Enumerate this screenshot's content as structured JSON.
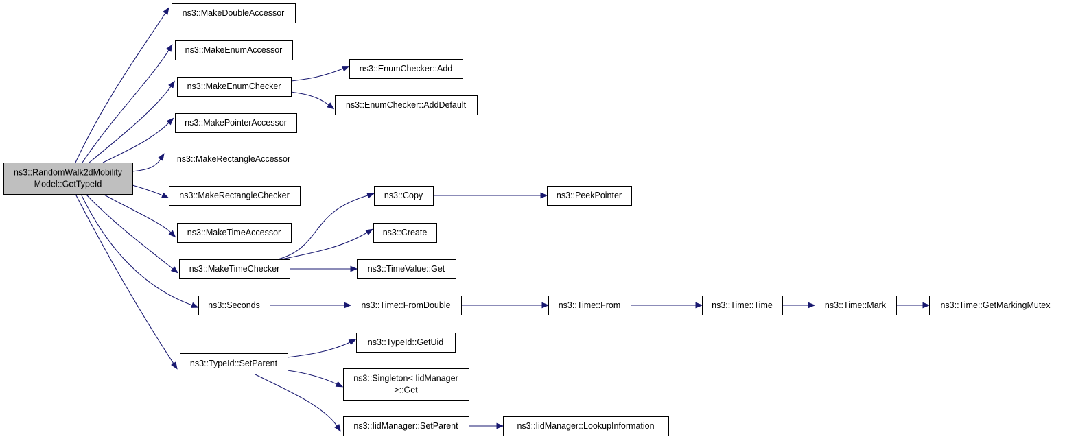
{
  "graph": {
    "colors": {
      "edge": "#191970",
      "root_fill": "#bfbfbf",
      "node_fill": "#ffffff",
      "border": "#000000"
    },
    "nodes": [
      {
        "id": "root",
        "lines": [
          "ns3::RandomWalk2dMobility",
          "Model::GetTypeId"
        ]
      },
      {
        "id": "mda",
        "lines": [
          "ns3::MakeDoubleAccessor"
        ]
      },
      {
        "id": "mea",
        "lines": [
          "ns3::MakeEnumAccessor"
        ]
      },
      {
        "id": "mec",
        "lines": [
          "ns3::MakeEnumChecker"
        ]
      },
      {
        "id": "mpa",
        "lines": [
          "ns3::MakePointerAccessor"
        ]
      },
      {
        "id": "mra",
        "lines": [
          "ns3::MakeRectangleAccessor"
        ]
      },
      {
        "id": "mrc",
        "lines": [
          "ns3::MakeRectangleChecker"
        ]
      },
      {
        "id": "mta",
        "lines": [
          "ns3::MakeTimeAccessor"
        ]
      },
      {
        "id": "mtc",
        "lines": [
          "ns3::MakeTimeChecker"
        ]
      },
      {
        "id": "sec",
        "lines": [
          "ns3::Seconds"
        ]
      },
      {
        "id": "tsp",
        "lines": [
          "ns3::TypeId::SetParent"
        ]
      },
      {
        "id": "eca",
        "lines": [
          "ns3::EnumChecker::Add"
        ]
      },
      {
        "id": "ecad",
        "lines": [
          "ns3::EnumChecker::AddDefault"
        ]
      },
      {
        "id": "copy",
        "lines": [
          "ns3::Copy"
        ]
      },
      {
        "id": "peek",
        "lines": [
          "ns3::PeekPointer"
        ]
      },
      {
        "id": "create",
        "lines": [
          "ns3::Create"
        ]
      },
      {
        "id": "tvget",
        "lines": [
          "ns3::TimeValue::Get"
        ]
      },
      {
        "id": "tfd",
        "lines": [
          "ns3::Time::FromDouble"
        ]
      },
      {
        "id": "tfrom",
        "lines": [
          "ns3::Time::From"
        ]
      },
      {
        "id": "ttime",
        "lines": [
          "ns3::Time::Time"
        ]
      },
      {
        "id": "tmark",
        "lines": [
          "ns3::Time::Mark"
        ]
      },
      {
        "id": "tgmm",
        "lines": [
          "ns3::Time::GetMarkingMutex"
        ]
      },
      {
        "id": "guid",
        "lines": [
          "ns3::TypeId::GetUid"
        ]
      },
      {
        "id": "sget",
        "lines": [
          "ns3::Singleton< IidManager",
          ">::Get"
        ]
      },
      {
        "id": "iisp",
        "lines": [
          "ns3::IidManager::SetParent"
        ]
      },
      {
        "id": "lookup",
        "lines": [
          "ns3::IidManager::LookupInformation"
        ]
      }
    ],
    "edges": [
      [
        "root",
        "mda"
      ],
      [
        "root",
        "mea"
      ],
      [
        "root",
        "mec"
      ],
      [
        "root",
        "mpa"
      ],
      [
        "root",
        "mra"
      ],
      [
        "root",
        "mrc"
      ],
      [
        "root",
        "mta"
      ],
      [
        "root",
        "mtc"
      ],
      [
        "root",
        "sec"
      ],
      [
        "root",
        "tsp"
      ],
      [
        "mec",
        "eca"
      ],
      [
        "mec",
        "ecad"
      ],
      [
        "mtc",
        "copy"
      ],
      [
        "mtc",
        "create"
      ],
      [
        "mtc",
        "tvget"
      ],
      [
        "copy",
        "peek"
      ],
      [
        "sec",
        "tfd"
      ],
      [
        "tfd",
        "tfrom"
      ],
      [
        "tfrom",
        "ttime"
      ],
      [
        "ttime",
        "tmark"
      ],
      [
        "tmark",
        "tgmm"
      ],
      [
        "tsp",
        "guid"
      ],
      [
        "tsp",
        "sget"
      ],
      [
        "tsp",
        "iisp"
      ],
      [
        "iisp",
        "lookup"
      ]
    ]
  }
}
